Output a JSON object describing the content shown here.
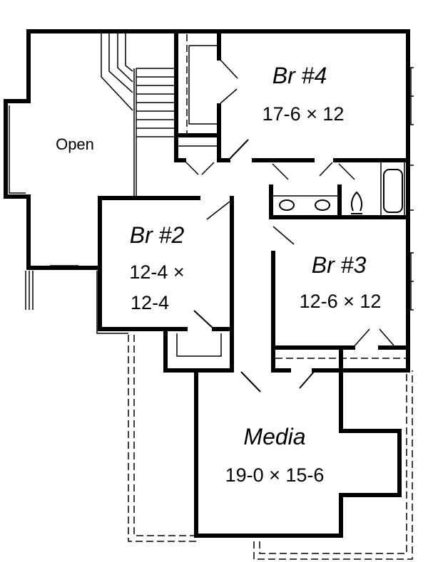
{
  "plan": {
    "rooms": [
      {
        "id": "open",
        "name": "Open",
        "dimensions": ""
      },
      {
        "id": "br4",
        "name": "Br #4",
        "dimensions": "17-6 × 12"
      },
      {
        "id": "br2",
        "name": "Br #2",
        "dimensions_line1": "12-4 ×",
        "dimensions_line2": "12-4"
      },
      {
        "id": "br3",
        "name": "Br #3",
        "dimensions": "12-6 × 12"
      },
      {
        "id": "media",
        "name": "Media",
        "dimensions": "19-0 × 15-6"
      }
    ],
    "colors": {
      "line": "#000000",
      "background": "#ffffff"
    }
  }
}
